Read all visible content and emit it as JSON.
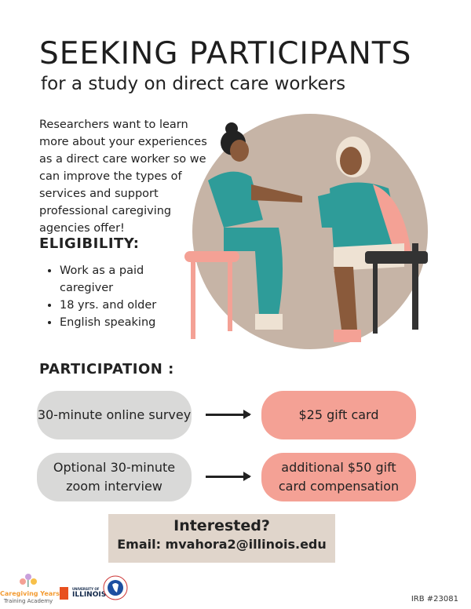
{
  "title": "SEEKING PARTICIPANTS",
  "subtitle": "for a  study on direct care workers",
  "intro": "Researchers want to learn more about your experiences as a direct care worker so we can improve the types of services and support professional caregiving agencies offer!",
  "eligibility": {
    "heading": "ELIGIBILITY:",
    "items": [
      "Work as a paid caregiver",
      "18 yrs. and older",
      "English speaking"
    ]
  },
  "participation": {
    "heading": "PARTICIPATION :",
    "rows": [
      {
        "task": "30-minute online survey",
        "reward": "$25 gift card"
      },
      {
        "task": "Optional 30-minute zoom interview",
        "reward": "additional $50 gift card compensation"
      }
    ]
  },
  "contact": {
    "question": "Interested?",
    "email": "Email: mvahora2@illinois.edu"
  },
  "logos": {
    "caregiving": "Caregiving Years",
    "caregiving_sub": "Training Academy",
    "illinois_top": "UNIVERSITY OF",
    "illinois": "ILLINOIS"
  },
  "irb": "IRB #23081",
  "colors": {
    "pink": "#f4a195",
    "gray": "#d9d9d8",
    "circle": "#c6b4a6",
    "contact_bg": "#e0d5cb"
  }
}
